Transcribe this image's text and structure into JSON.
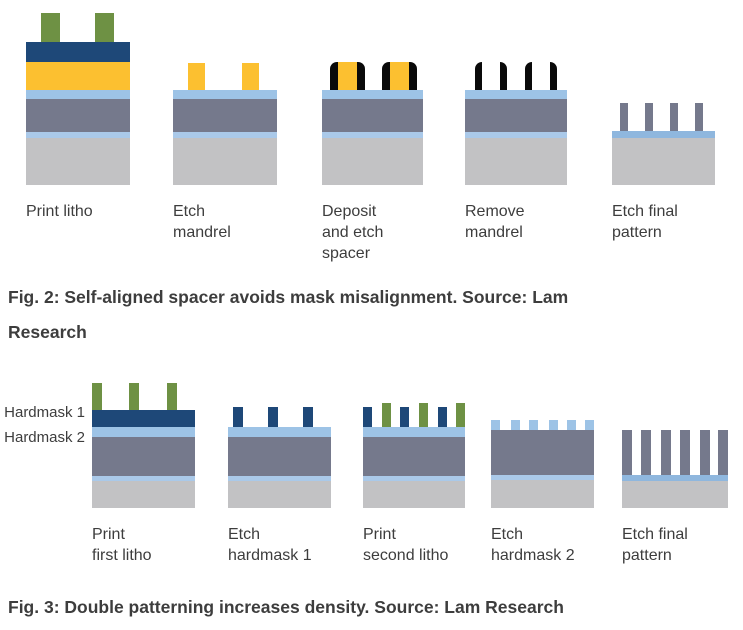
{
  "colors": {
    "green": "#6e9144",
    "navy": "#1e4878",
    "yellow": "#fcc030",
    "lightblue": "#9dc3e6",
    "paleblue": "#aac9e9",
    "bandblue": "#8fb7de",
    "slate": "#75798c",
    "graybase": "#c2c2c4",
    "spacerblack": "#0a0a0a",
    "text": "#3d3d3d"
  },
  "fig2": {
    "caption": "Fig. 2: Self-aligned spacer avoids mask misalignment. Source: Lam Research",
    "steps": [
      {
        "label_lines": [
          "Print litho"
        ]
      },
      {
        "label_lines": [
          "Etch",
          "mandrel"
        ]
      },
      {
        "label_lines": [
          "Deposit",
          "and etch",
          "spacer"
        ]
      },
      {
        "label_lines": [
          "Remove",
          "mandrel"
        ]
      },
      {
        "label_lines": [
          "Etch final",
          "pattern"
        ]
      }
    ]
  },
  "fig3": {
    "caption": "Fig. 3: Double patterning increases density. Source: Lam Research",
    "layer_labels": {
      "hardmask1": "Hardmask 1",
      "hardmask2": "Hardmask 2"
    },
    "steps": [
      {
        "label_lines": [
          "Print",
          "first litho"
        ]
      },
      {
        "label_lines": [
          "Etch",
          "hardmask 1"
        ]
      },
      {
        "label_lines": [
          "Print",
          "second litho"
        ]
      },
      {
        "label_lines": [
          "Etch",
          "hardmask 2"
        ]
      },
      {
        "label_lines": [
          "Etch final",
          "pattern"
        ]
      }
    ]
  }
}
